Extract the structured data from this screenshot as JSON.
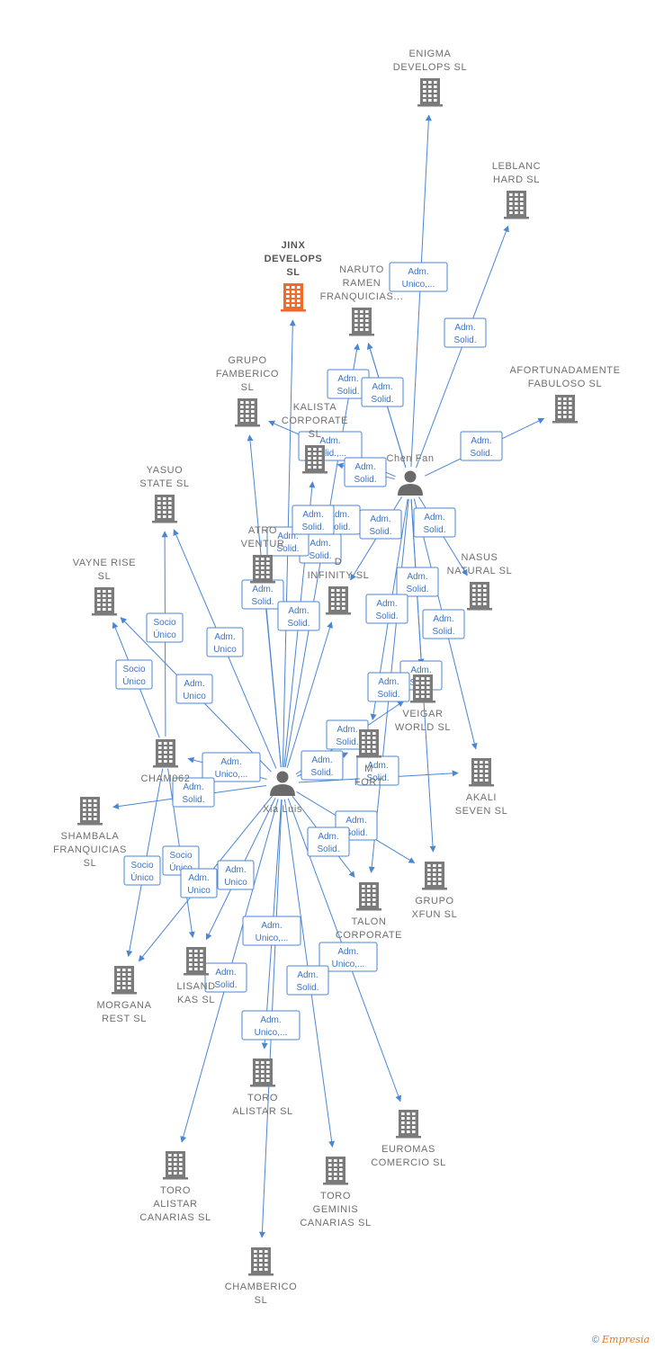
{
  "colors": {
    "edge": "#4a86d4",
    "company": "#7b7b7b",
    "highlight": "#f06a2b",
    "person": "#6a6a6a"
  },
  "footer": {
    "copyright": "©",
    "brand": "Empresia"
  },
  "nodes": [
    {
      "id": "enigma",
      "type": "company",
      "label": [
        "ENIGMA",
        "DEVELOPS  SL"
      ]
    },
    {
      "id": "leblanc",
      "type": "company",
      "label": [
        "LEBLANC",
        "HARD  SL"
      ]
    },
    {
      "id": "jinx",
      "type": "company",
      "main": true,
      "label": [
        "JINX",
        "DEVELOPS",
        "SL"
      ]
    },
    {
      "id": "naruto",
      "type": "company",
      "label": [
        "NARUTO",
        "RAMEN",
        "FRANQUICIAS..."
      ]
    },
    {
      "id": "grupofamberico",
      "type": "company",
      "label": [
        "GRUPO",
        "FAMBERICO",
        "SL"
      ]
    },
    {
      "id": "kalista",
      "type": "company",
      "label": [
        "KALISTA",
        "CORPORATE",
        "SL"
      ]
    },
    {
      "id": "afortunadamente",
      "type": "company",
      "label": [
        "AFORTUNADAMENTE",
        "FABULOSO  SL"
      ]
    },
    {
      "id": "yasuo",
      "type": "company",
      "label": [
        "YASUO",
        "STATE  SL"
      ]
    },
    {
      "id": "atro",
      "type": "company",
      "label": [
        "ATRO",
        "VENTUR"
      ]
    },
    {
      "id": "infinity",
      "type": "company",
      "label": [
        "D",
        "INFINITY  SL"
      ]
    },
    {
      "id": "vayne",
      "type": "company",
      "label": [
        "VAYNE RISE",
        "SL"
      ]
    },
    {
      "id": "nasus",
      "type": "company",
      "label": [
        "NASUS",
        "NATURAL  SL"
      ]
    },
    {
      "id": "veigar",
      "type": "company",
      "label": [
        "VEIGAR",
        "WORLD  SL"
      ]
    },
    {
      "id": "cham",
      "type": "company",
      "label": [
        "CHAM062"
      ]
    },
    {
      "id": "fort",
      "type": "company",
      "label": [
        "M",
        "FORT"
      ]
    },
    {
      "id": "akali",
      "type": "company",
      "label": [
        "AKALI",
        "SEVEN  SL"
      ]
    },
    {
      "id": "shambala",
      "type": "company",
      "label": [
        "SHAMBALA",
        "FRANQUICIAS",
        "SL"
      ]
    },
    {
      "id": "grupoxfun",
      "type": "company",
      "label": [
        "GRUPO",
        "XFUN  SL"
      ]
    },
    {
      "id": "talon",
      "type": "company",
      "label": [
        "TALON",
        "CORPORATE"
      ]
    },
    {
      "id": "morgana",
      "type": "company",
      "label": [
        "MORGANA",
        "REST  SL"
      ]
    },
    {
      "id": "lisand",
      "type": "company",
      "label": [
        "LISAND",
        "KAS  SL"
      ]
    },
    {
      "id": "toroalistar",
      "type": "company",
      "label": [
        "TORO",
        "ALISTAR  SL"
      ]
    },
    {
      "id": "euromas",
      "type": "company",
      "label": [
        "EUROMAS",
        "COMERCIO  SL"
      ]
    },
    {
      "id": "torocanarias",
      "type": "company",
      "label": [
        "TORO",
        "ALISTAR",
        "CANARIAS  SL"
      ]
    },
    {
      "id": "torogeminis",
      "type": "company",
      "label": [
        "TORO",
        "GEMINIS",
        "CANARIAS  SL"
      ]
    },
    {
      "id": "chamberico",
      "type": "company",
      "label": [
        "CHAMBERICO",
        "SL"
      ]
    },
    {
      "id": "chenfan",
      "type": "person",
      "label": [
        "Chen Fan"
      ]
    },
    {
      "id": "xialuis",
      "type": "person",
      "label": [
        "Xia Luis"
      ]
    }
  ],
  "edges": [
    {
      "from": "chenfan",
      "to": "enigma",
      "label": [
        "Adm.",
        "Unico,..."
      ]
    },
    {
      "from": "chenfan",
      "to": "leblanc",
      "label": [
        "Adm.",
        "Solid."
      ]
    },
    {
      "from": "chenfan",
      "to": "afortunadamente",
      "label": [
        "Adm.",
        "Solid."
      ]
    },
    {
      "from": "chenfan",
      "to": "naruto",
      "label": [
        "Adm.",
        "Solid."
      ]
    },
    {
      "from": "chenfan",
      "to": "naruto",
      "label": [
        "Adm.",
        "Solid."
      ]
    },
    {
      "from": "chenfan",
      "to": "grupofamberico",
      "label": [
        "Adm.",
        "Solid.,..."
      ]
    },
    {
      "from": "chenfan",
      "to": "kalista",
      "label": [
        "Adm.",
        "Solid."
      ]
    },
    {
      "from": "chenfan",
      "to": "infinity",
      "label": [
        "Adm.",
        "Solid."
      ]
    },
    {
      "from": "chenfan",
      "to": "nasus",
      "label": [
        "Adm.",
        "Solid."
      ]
    },
    {
      "from": "chenfan",
      "to": "veigar",
      "label": [
        "Adm.",
        "Solid."
      ]
    },
    {
      "from": "chenfan",
      "to": "akali",
      "label": [
        "Adm.",
        "Solid."
      ]
    },
    {
      "from": "chenfan",
      "to": "grupoxfun",
      "label": [
        "Adm.",
        "Solid."
      ]
    },
    {
      "from": "chenfan",
      "to": "talon",
      "label": [
        "Adm.",
        "Solid."
      ]
    },
    {
      "from": "chenfan",
      "to": "fort",
      "label": [
        "Adm.",
        "Solid."
      ]
    },
    {
      "from": "xialuis",
      "to": "jinx",
      "label": [
        "Adm.",
        "Solid."
      ]
    },
    {
      "from": "xialuis",
      "to": "naruto",
      "label": [
        "Adm.",
        "Solid."
      ]
    },
    {
      "from": "xialuis",
      "to": "grupofamberico",
      "label": [
        "Adm.",
        "Solid."
      ]
    },
    {
      "from": "xialuis",
      "to": "kalista",
      "label": [
        "Adm.",
        "Solid."
      ]
    },
    {
      "from": "xialuis",
      "to": "atro",
      "label": [
        "Adm.",
        "Solid."
      ]
    },
    {
      "from": "xialuis",
      "to": "infinity",
      "label": [
        "Adm.",
        "Solid."
      ]
    },
    {
      "from": "xialuis",
      "to": "yasuo",
      "label": [
        "Adm.",
        "Unico"
      ]
    },
    {
      "from": "xialuis",
      "to": "vayne",
      "label": [
        "Adm.",
        "Unico"
      ]
    },
    {
      "from": "cham",
      "to": "yasuo",
      "label": [
        "Socio",
        "Único"
      ]
    },
    {
      "from": "cham",
      "to": "vayne",
      "label": [
        "Socio",
        "Único"
      ]
    },
    {
      "from": "xialuis",
      "to": "cham",
      "label": [
        "Adm.",
        "Unico,..."
      ]
    },
    {
      "from": "xialuis",
      "to": "shambala",
      "label": [
        "Adm.",
        "Solid."
      ]
    },
    {
      "from": "xialuis",
      "to": "veigar",
      "label": [
        "Adm.",
        "Solid."
      ]
    },
    {
      "from": "xialuis",
      "to": "fort",
      "label": [
        "Adm.",
        "Solid."
      ]
    },
    {
      "from": "xialuis",
      "to": "akali",
      "label": [
        "Adm.",
        "Solid."
      ]
    },
    {
      "from": "xialuis",
      "to": "grupoxfun",
      "label": [
        "Adm.",
        "Solid."
      ]
    },
    {
      "from": "xialuis",
      "to": "talon",
      "label": [
        "Adm.",
        "Solid."
      ]
    },
    {
      "from": "cham",
      "to": "morgana",
      "label": [
        "Socio",
        "Único"
      ]
    },
    {
      "from": "cham",
      "to": "lisand",
      "label": [
        "Socio",
        "Único"
      ]
    },
    {
      "from": "xialuis",
      "to": "morgana",
      "label": [
        "Adm.",
        "Unico"
      ]
    },
    {
      "from": "xialuis",
      "to": "lisand",
      "label": [
        "Adm.",
        "Unico"
      ]
    },
    {
      "from": "xialuis",
      "to": "toroalistar",
      "label": [
        "Adm.",
        "Unico,..."
      ]
    },
    {
      "from": "xialuis",
      "to": "euromas",
      "label": [
        "Adm.",
        "Unico,..."
      ]
    },
    {
      "from": "xialuis",
      "to": "torocanarias",
      "label": [
        "Adm.",
        "Solid."
      ]
    },
    {
      "from": "xialuis",
      "to": "torogeminis",
      "label": [
        "Adm.",
        "Solid."
      ]
    },
    {
      "from": "xialuis",
      "to": "chamberico",
      "label": [
        "Adm.",
        "Unico,..."
      ]
    }
  ]
}
